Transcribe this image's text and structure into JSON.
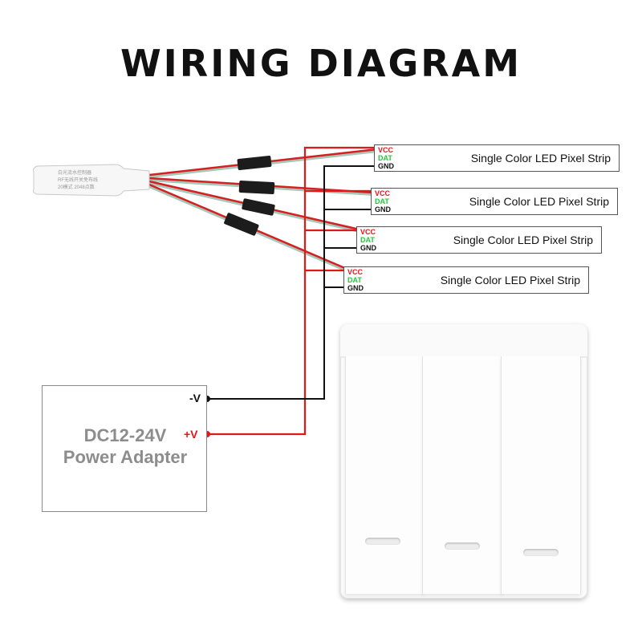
{
  "title": "WIRING DIAGRAM",
  "strips": [
    {
      "vcc": "VCC",
      "dat": "DAT",
      "gnd": "GND",
      "label": "Single Color LED Pixel Strip"
    },
    {
      "vcc": "VCC",
      "dat": "DAT",
      "gnd": "GND",
      "label": "Single Color LED Pixel Strip"
    },
    {
      "vcc": "VCC",
      "dat": "DAT",
      "gnd": "GND",
      "label": "Single Color LED Pixel Strip"
    },
    {
      "vcc": "VCC",
      "dat": "DAT",
      "gnd": "GND",
      "label": "Single Color LED Pixel Strip"
    }
  ],
  "adapter": {
    "line1": "DC12-24V",
    "line2": "Power Adapter",
    "negative_terminal": "-V",
    "positive_terminal": "+V"
  },
  "controller": {
    "label_line1": "白光流水控制器",
    "label_line2": "RF无线开关免布线",
    "label_line3": "20模式 2048点数"
  },
  "colors": {
    "vcc_wire": "#e01818",
    "data_wire": "#22c93a",
    "gnd_wire": "#111111",
    "adapter_text": "#8d8d8d"
  }
}
